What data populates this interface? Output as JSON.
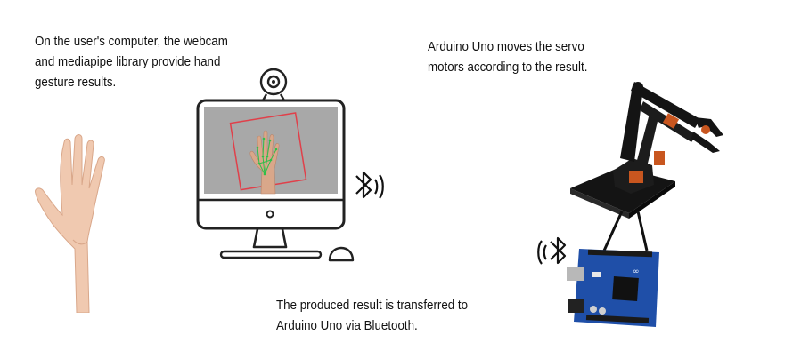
{
  "captions": {
    "computer": [
      "On the user's computer, the webcam",
      "and mediapipe library provide hand",
      "gesture results."
    ],
    "arduino": [
      "Arduino Uno moves the servo",
      "motors according to the result."
    ],
    "bluetooth": [
      "The produced result is transferred to",
      "Arduino Uno via Bluetooth."
    ]
  },
  "colors": {
    "skin": "#f0c9b0",
    "skin_shadow": "#d9a78a",
    "screen_bg": "#a8a8a8",
    "detect_box": "#e0404a",
    "landmarks": "#2fbf4a",
    "arm_frame": "#141414",
    "servo": "#c8561f",
    "board_blue": "#1f4fa8",
    "line": "#111111"
  },
  "icons": [
    "hand-illustration",
    "webcam-icon",
    "computer-monitor",
    "mouse-icon",
    "bluetooth-signal-icon",
    "robot-arm-illustration",
    "arduino-uno-board"
  ]
}
